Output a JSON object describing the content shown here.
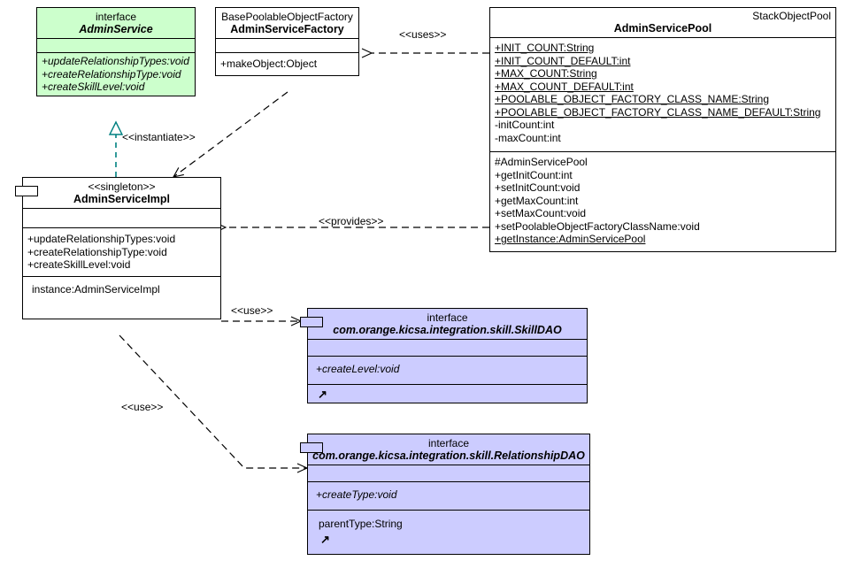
{
  "diagram": {
    "title": "UML class diagram",
    "colors": {
      "interface_fill": "#CCFFCC",
      "dao_fill": "#CCCCFF",
      "plain_fill": "#FFFFFF",
      "line": "#000000",
      "instantiate_line": "#008080"
    }
  },
  "classes": {
    "admin_service": {
      "stereotype": "interface",
      "name": "AdminService",
      "attributes": [],
      "methods": [
        "+updateRelationshipTypes:void",
        "+createRelationshipType:void",
        "+createSkillLevel:void"
      ]
    },
    "admin_service_factory": {
      "stereotype": "BasePoolableObjectFactory",
      "name": "AdminServiceFactory",
      "attributes": [],
      "methods": [
        "+makeObject:Object"
      ]
    },
    "admin_service_pool": {
      "stereotype": "StackObjectPool",
      "name": "AdminServicePool",
      "attributes": [
        {
          "text": "+INIT_COUNT:String",
          "static": true
        },
        {
          "text": "+INIT_COUNT_DEFAULT:int",
          "static": true
        },
        {
          "text": "+MAX_COUNT:String",
          "static": true
        },
        {
          "text": "+MAX_COUNT_DEFAULT:int",
          "static": true
        },
        {
          "text": "+POOLABLE_OBJECT_FACTORY_CLASS_NAME:String",
          "static": true
        },
        {
          "text": "+POOLABLE_OBJECT_FACTORY_CLASS_NAME_DEFAULT:String",
          "static": true
        },
        {
          "text": "-initCount:int",
          "static": false
        },
        {
          "text": "-maxCount:int",
          "static": false
        }
      ],
      "methods": [
        {
          "text": "#AdminServicePool",
          "static": false
        },
        {
          "text": "+getInitCount:int",
          "static": false
        },
        {
          "text": "+setInitCount:void",
          "static": false
        },
        {
          "text": "+getMaxCount:int",
          "static": false
        },
        {
          "text": "+setMaxCount:void",
          "static": false
        },
        {
          "text": "+setPoolableObjectFactoryClassName:void",
          "static": false
        },
        {
          "text": "+getInstance:AdminServicePool",
          "static": true
        }
      ]
    },
    "admin_service_impl": {
      "stereotype": "<<singleton>>",
      "name": "AdminServiceImpl",
      "attributes": [],
      "methods": [
        "+updateRelationshipTypes:void",
        "+createRelationshipType:void",
        "+createSkillLevel:void"
      ],
      "footer": "instance:AdminServiceImpl"
    },
    "skill_dao": {
      "stereotype": "interface",
      "name": "com.orange.kicsa.integration.skill.SkillDAO",
      "attributes": [],
      "methods": [
        "+createLevel:void"
      ],
      "footer_glyph": "↗"
    },
    "relationship_dao": {
      "stereotype": "interface",
      "name": "com.orange.kicsa.integration.skill.RelationshipDAO",
      "attributes": [],
      "methods": [
        "+createType:void"
      ],
      "field": "parentType:String",
      "footer_glyph": "↗"
    }
  },
  "relations": {
    "uses": "<<uses>>",
    "provides": "<<provides>>",
    "instantiate": "<<instantiate>>",
    "use_skill": "<<use>>",
    "use_relationship": "<<use>>"
  }
}
